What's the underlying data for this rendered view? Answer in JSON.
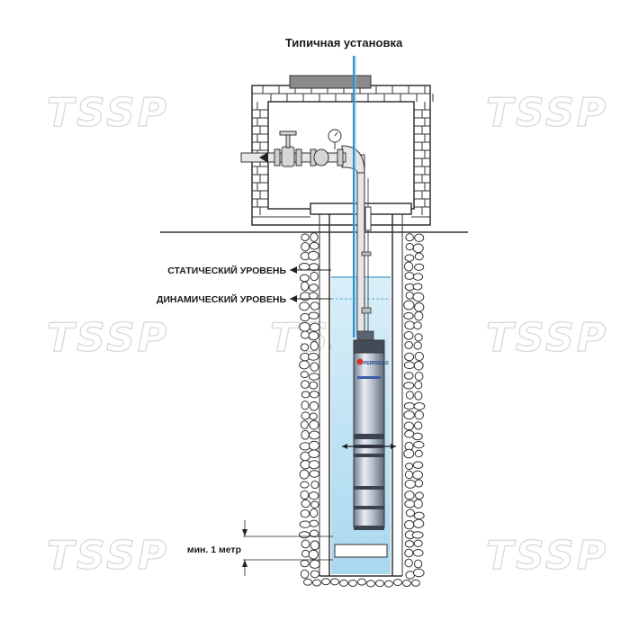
{
  "title": "Типичная установка",
  "labels": {
    "static_level": "СТАТИЧЕСКИЙ УРОВЕНЬ",
    "dynamic_level": "ДИНАМИЧЕСКИЙ УРОВЕНЬ",
    "min_distance": "мин. 1 метр"
  },
  "watermark": "TSSP",
  "pump_brand": "PEDROLLO",
  "colors": {
    "water": "#bfe3f3",
    "pipe_blue": "#2f8fd0",
    "pump_body": "#9aa7b8",
    "pump_band": "#3b4250",
    "brick_line": "#333333",
    "text": "#1a1a1a"
  }
}
